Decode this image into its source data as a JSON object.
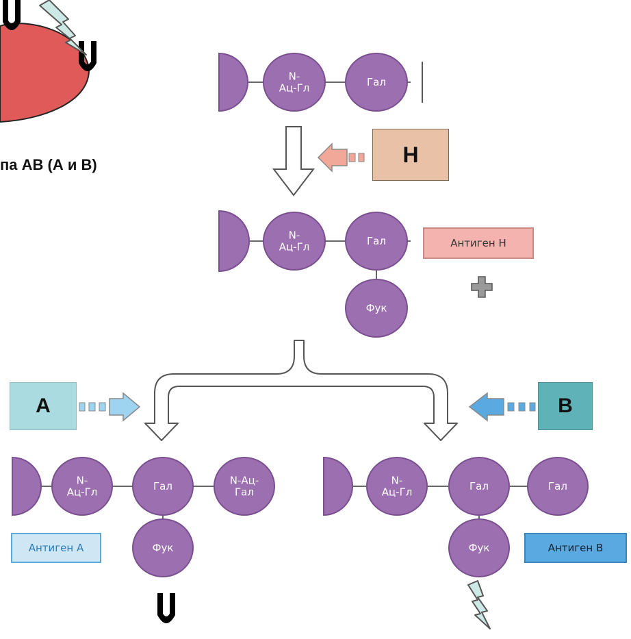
{
  "group_label": "па АВ (А и В)",
  "enzymes": {
    "h": "H",
    "a": "A",
    "b": "B"
  },
  "colors": {
    "sugar": "#9b6fb0",
    "sugar_stroke": "#7a4f90",
    "rbc": "#e05a5a",
    "enzyme_h": "#e8c1a6",
    "enzyme_a": "#a9dbe0",
    "enzyme_b": "#5fb3b8",
    "antigen_h": "#f4b3ae",
    "antigen_a": "#cfe7f5",
    "antigen_b": "#5aa9e0",
    "arrow_h": "#f2a898",
    "arrow_a": "#9ed4f0",
    "arrow_b": "#5aa9e0",
    "antibody": "#000000",
    "lightning_fill": "#cde9e6",
    "lightning_stroke": "#555555"
  },
  "sugars": {
    "top": [
      "N-\nАц-Гл",
      "Гал"
    ],
    "h": [
      "N-\nАц-Гл",
      "Гал",
      "Фук"
    ],
    "a": [
      "N-\nАц-Гл",
      "Гал",
      "N-Ац-\nГал",
      "Фук"
    ],
    "b": [
      "N-\nАц-Гл",
      "Гал",
      "Гал",
      "Фук"
    ]
  },
  "antigens": {
    "h": "Антиген Н",
    "a": "Антиген А",
    "b": "Антиген В"
  },
  "icons": {
    "antibody": "antibody-icon",
    "lightning": "lightning-icon",
    "plus": "plus-icon",
    "red_blood_cell": "red-blood-cell-icon"
  }
}
